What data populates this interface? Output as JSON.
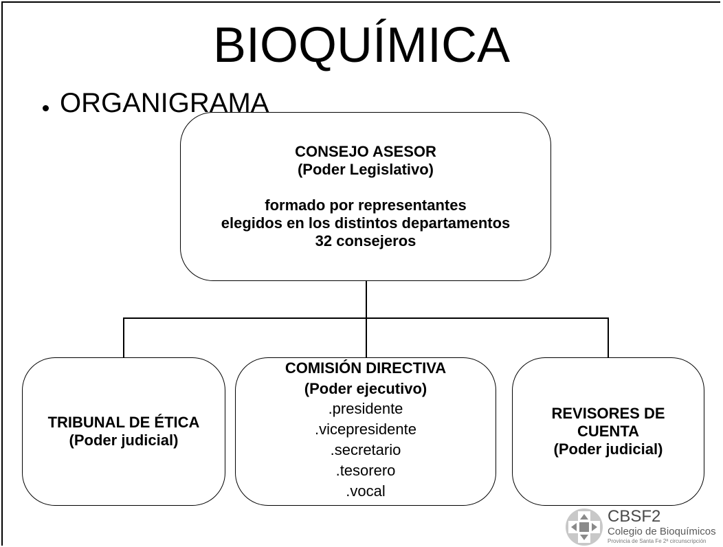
{
  "slide": {
    "title": "BIOQUÍMICA",
    "subtitle": "ORGANIGRAMA"
  },
  "top_box": {
    "title": "CONSEJO ASESOR",
    "subtitle": "(Poder Legislativo)",
    "desc_1": "formado por representantes",
    "desc_2": "elegidos en  los distintos departamentos",
    "desc_3": "32 consejeros"
  },
  "left_box": {
    "title": "TRIBUNAL  DE ÉTICA",
    "subtitle": "(Poder judicial)"
  },
  "middle_box": {
    "title": "COMISIÓN DIRECTIVA",
    "subtitle": "(Poder ejecutivo)",
    "members": [
      ".presidente",
      ".vicepresidente",
      ".secretario",
      ".tesorero",
      ".vocal"
    ]
  },
  "right_box": {
    "title_1": "REVISORES DE",
    "title_2": "CUENTA",
    "subtitle": "(Poder judicial)"
  },
  "logo": {
    "abbr": "CBSF2",
    "name": "Colegio de Bioquímicos",
    "sub": "Provincia de Santa Fe 2ª circunscripción"
  }
}
